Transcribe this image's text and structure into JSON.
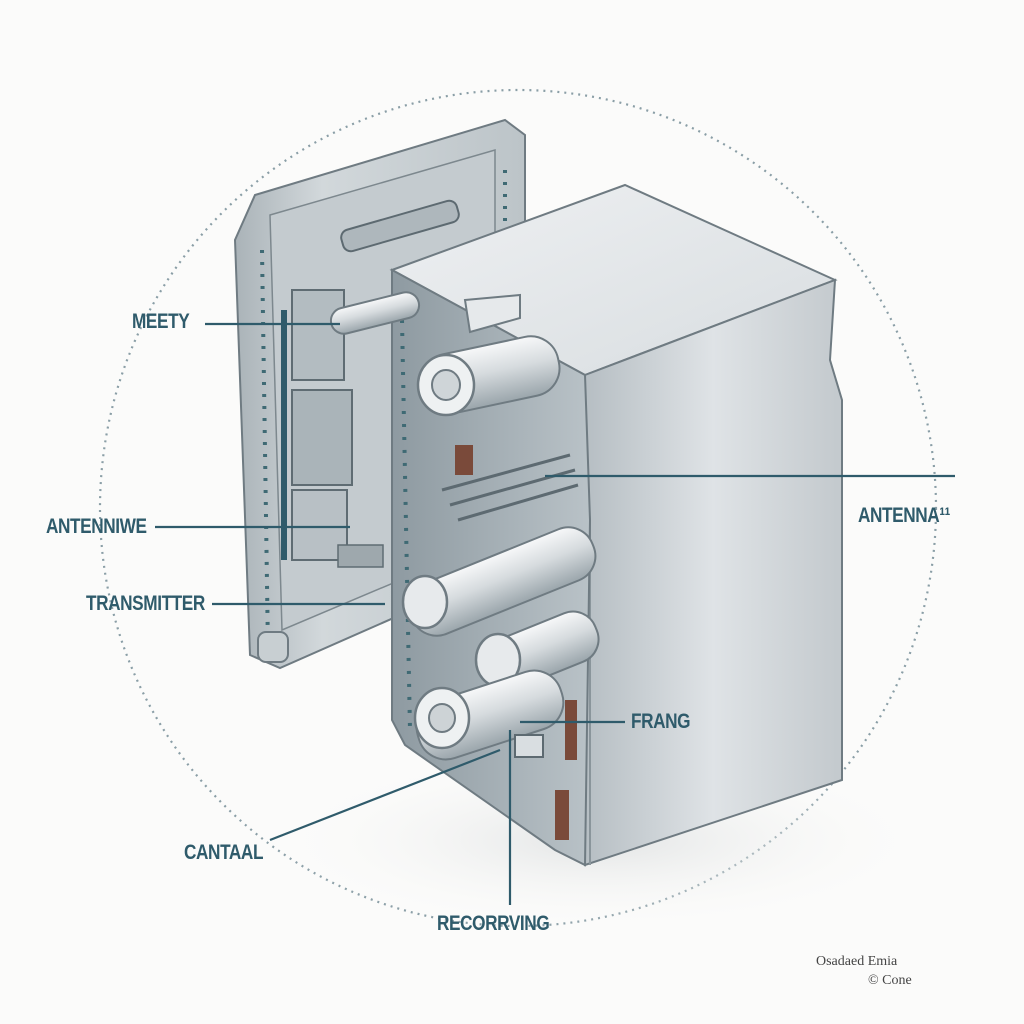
{
  "callouts": {
    "meety": "MEETY",
    "antennae_left": "ANTENNIWE",
    "antenna_right": "ANTENNA¹¹",
    "transmitter": "TRANSMITTER",
    "frang": "FRANG",
    "cantaal": "CANTAAL",
    "reception": "RECORRVING"
  },
  "credit": {
    "line1": "Osadaed Emia",
    "line2": "© Cone"
  },
  "colors": {
    "leader_line": "#2f5b6b",
    "label_text": "#2f5b6b",
    "circle_outline": "#8a9ea6",
    "housing": "#c9cfd3",
    "background": "#fbfbfa"
  }
}
